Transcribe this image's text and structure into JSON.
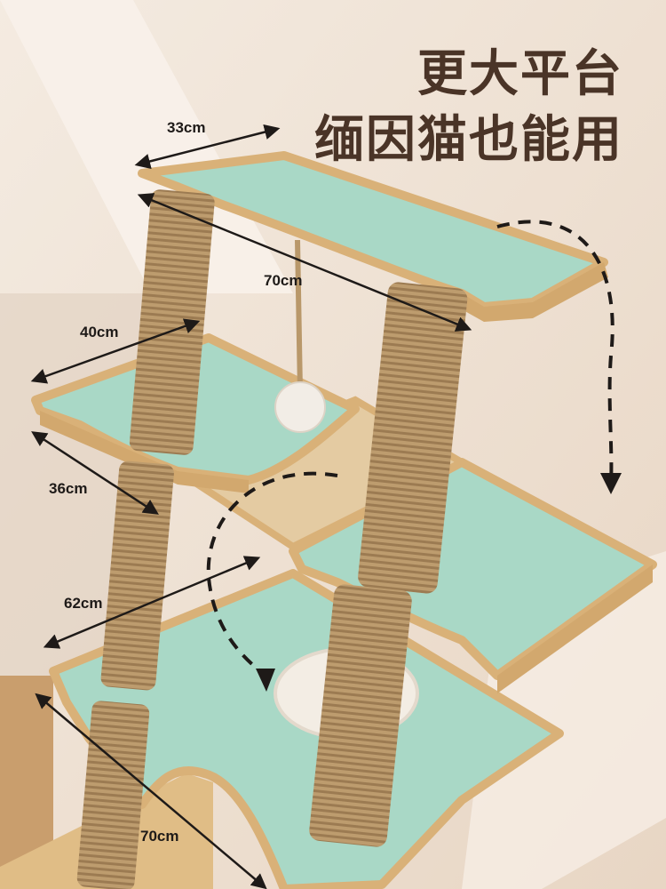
{
  "headline": {
    "line1": "更大平台",
    "line2": "缅因猫也能用"
  },
  "dimensions": {
    "top_platform_width": "33cm",
    "top_platform_length": "70cm",
    "middle_platform_width": "40cm",
    "middle_platform_depth": "36cm",
    "lower_platform_width": "62cm",
    "bottom_platform_length": "70cm"
  },
  "colors": {
    "platform_mint": "#a9d8c6",
    "wood_edge": "#d9b178",
    "sisal_post": "#b9986a",
    "wall": "#efe3d6",
    "headline_text": "#4a3427"
  },
  "icons": {
    "rotation_arrow_upper": "curved-dashed-arrow-down",
    "rotation_arrow_lower": "curved-dashed-arrow-down-left"
  }
}
